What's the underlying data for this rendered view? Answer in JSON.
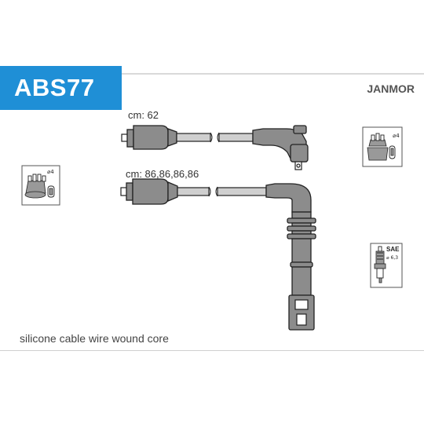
{
  "product": {
    "code": "ABS77",
    "brand": "JANMOR",
    "description": "silicone cable wire wound core"
  },
  "cables": [
    {
      "label": "cm: 62"
    },
    {
      "label": "cm: 86,86,86,86"
    }
  ],
  "icons": {
    "distributor_left": {
      "icon": "distributor-cap-icon",
      "count": "⌀4"
    },
    "distributor_right": {
      "icon": "distributor-cap-icon",
      "count": "⌀4"
    },
    "spark_plug": {
      "icon": "spark-plug-icon",
      "standard": "SAE",
      "size": "⌀ 6,3"
    }
  },
  "colors": {
    "badge": "#1f8fd6",
    "cable": "#808080"
  }
}
